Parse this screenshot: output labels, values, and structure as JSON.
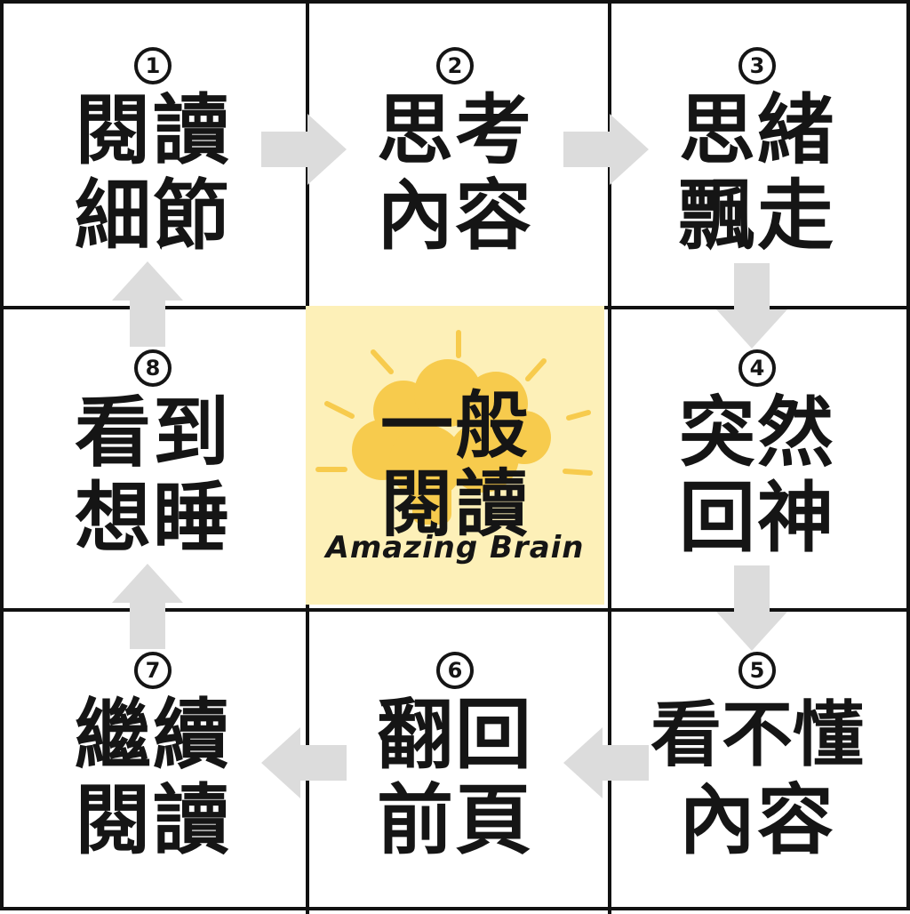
{
  "steps": [
    {
      "num": "1",
      "line1": "閱讀",
      "line2": "細節"
    },
    {
      "num": "2",
      "line1": "思考",
      "line2": "內容"
    },
    {
      "num": "3",
      "line1": "思緒",
      "line2": "飄走"
    },
    {
      "num": "4",
      "line1": "突然",
      "line2": "回神"
    },
    {
      "num": "5",
      "line1": "看不懂",
      "line2": "內容"
    },
    {
      "num": "6",
      "line1": "翻回",
      "line2": "前頁"
    },
    {
      "num": "7",
      "line1": "繼續",
      "line2": "閱讀"
    },
    {
      "num": "8",
      "line1": "看到",
      "line2": "想睡"
    }
  ],
  "center": {
    "line1": "一般",
    "line2": "閱讀",
    "brand": "Amazing Brain"
  },
  "colors": {
    "center_bg": "#fdf0b8",
    "arrow": "#dcdcdc",
    "text": "#151515",
    "brain": "#f7cb4d"
  },
  "arrow_icon": "block-arrow"
}
